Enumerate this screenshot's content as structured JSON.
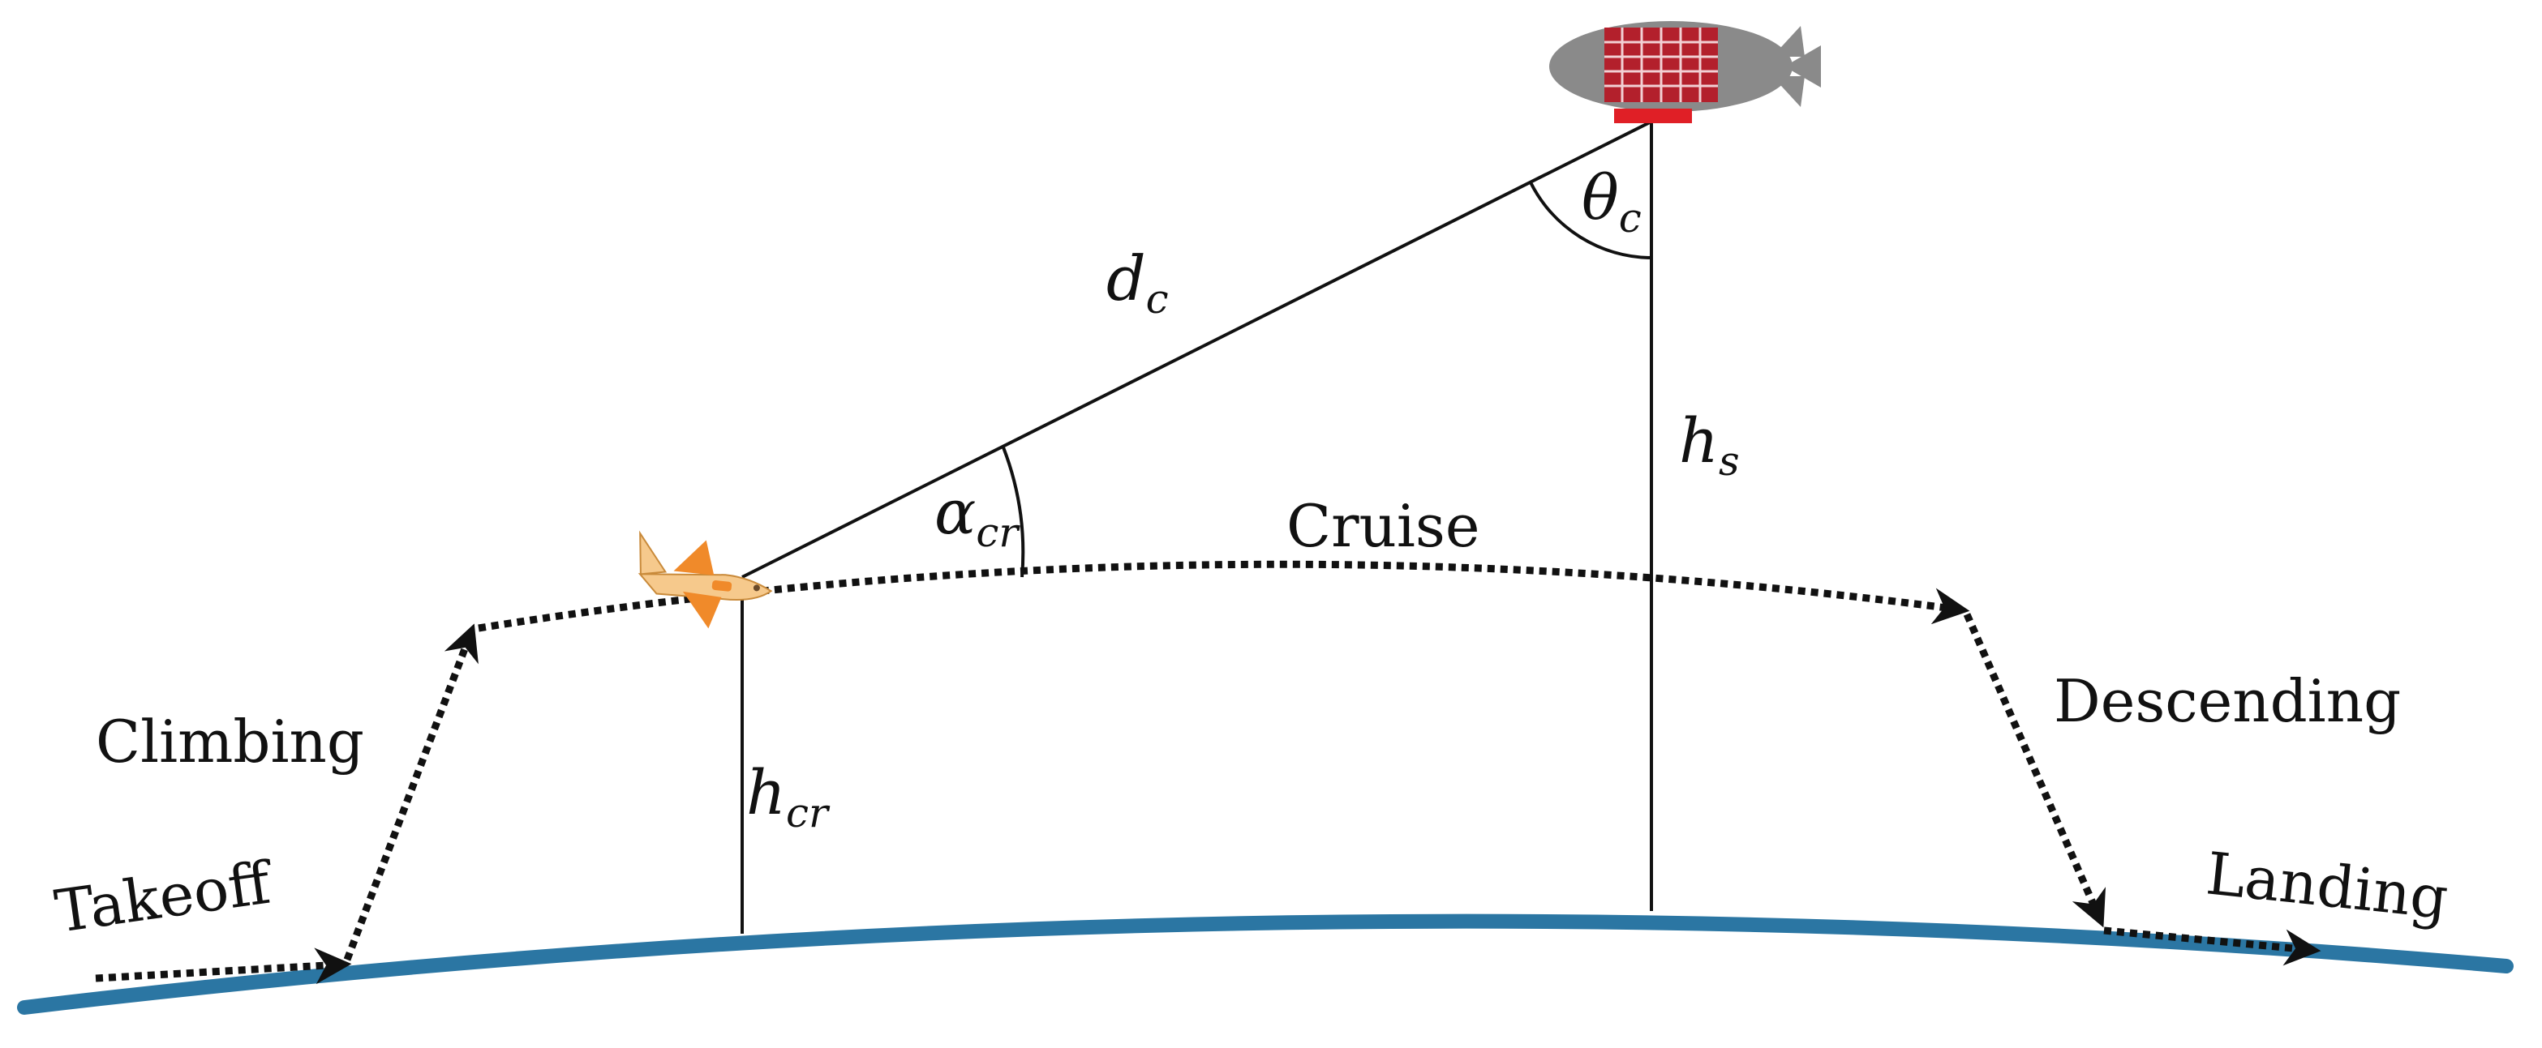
{
  "phases": {
    "takeoff": "Takeoff",
    "climbing": "Climbing",
    "cruise": "Cruise",
    "descending": "Descending",
    "landing": "Landing"
  },
  "symbols": {
    "d_c": {
      "base": "d",
      "sub": "c"
    },
    "theta_c": {
      "base": "θ",
      "sub": "c"
    },
    "alpha_cr": {
      "base": "α",
      "sub": "cr"
    },
    "h_s": {
      "base": "h",
      "sub": "s"
    },
    "h_cr": {
      "base": "h",
      "sub": "cr"
    }
  },
  "colors": {
    "ground": "#2b76a3",
    "path": "#111111",
    "airship_body": "#8a8a8a",
    "airship_panel": "#b3202c",
    "airship_gondola": "#e01f26",
    "plane_body": "#f6c98c",
    "plane_tail": "#f08a2a"
  },
  "icons": {
    "airship": "airship-icon",
    "airplane": "airplane-icon"
  }
}
